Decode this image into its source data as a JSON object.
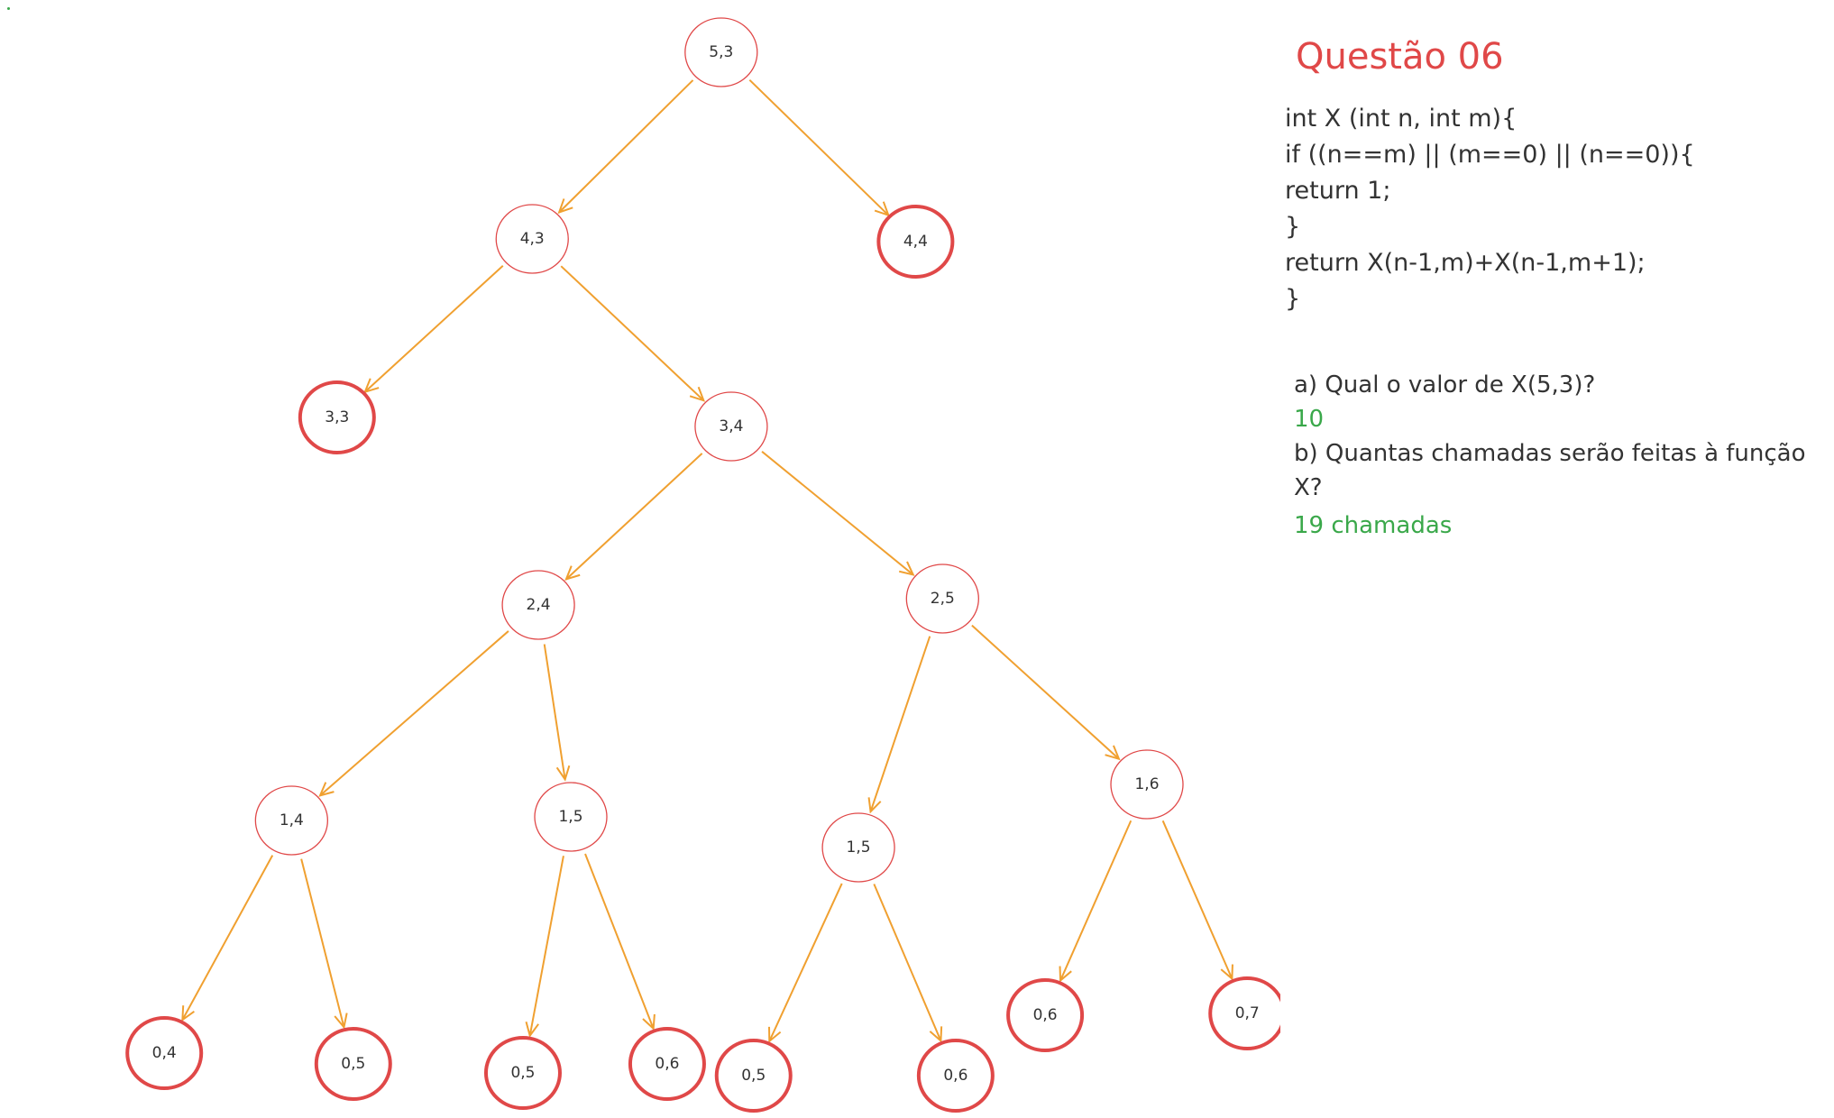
{
  "title": "Questão 06",
  "code": [
    "int X (int n, int m){",
    "if ((n==m) || (m==0) || (n==0)){",
    "return 1;",
    "}",
    "return X(n-1,m)+X(n-1,m+1);",
    "}"
  ],
  "question_a": "a) Qual o valor de X(5,3)?",
  "answer_a": "10",
  "question_b": "b) Quantas chamadas serão feitas à função X?",
  "answer_b": "19 chamadas",
  "colors": {
    "edge": "#f0a030",
    "node": "#e04848",
    "title": "#e04848",
    "answer": "#3aa84a"
  },
  "tree": [
    {
      "id": "n53",
      "label": "5,3",
      "leaf": false
    },
    {
      "id": "n43",
      "label": "4,3",
      "leaf": false
    },
    {
      "id": "n44",
      "label": "4,4",
      "leaf": true
    },
    {
      "id": "n33",
      "label": "3,3",
      "leaf": true
    },
    {
      "id": "n34",
      "label": "3,4",
      "leaf": false
    },
    {
      "id": "n24",
      "label": "2,4",
      "leaf": false
    },
    {
      "id": "n25",
      "label": "2,5",
      "leaf": false
    },
    {
      "id": "n14",
      "label": "1,4",
      "leaf": false
    },
    {
      "id": "n15a",
      "label": "1,5",
      "leaf": false
    },
    {
      "id": "n15b",
      "label": "1,5",
      "leaf": false
    },
    {
      "id": "n16",
      "label": "1,6",
      "leaf": false
    },
    {
      "id": "n04",
      "label": "0,4",
      "leaf": true
    },
    {
      "id": "n05a",
      "label": "0,5",
      "leaf": true
    },
    {
      "id": "n05b",
      "label": "0,5",
      "leaf": true
    },
    {
      "id": "n06a",
      "label": "0,6",
      "leaf": true
    },
    {
      "id": "n05c",
      "label": "0,5",
      "leaf": true
    },
    {
      "id": "n06b",
      "label": "0,6",
      "leaf": true
    },
    {
      "id": "n06c",
      "label": "0,6",
      "leaf": true
    },
    {
      "id": "n07",
      "label": "0,7",
      "leaf": true
    }
  ],
  "edges": [
    [
      "n53",
      "n43"
    ],
    [
      "n53",
      "n44"
    ],
    [
      "n43",
      "n33"
    ],
    [
      "n43",
      "n34"
    ],
    [
      "n34",
      "n24"
    ],
    [
      "n34",
      "n25"
    ],
    [
      "n24",
      "n14"
    ],
    [
      "n24",
      "n15a"
    ],
    [
      "n25",
      "n15b"
    ],
    [
      "n25",
      "n16"
    ],
    [
      "n14",
      "n04"
    ],
    [
      "n14",
      "n05a"
    ],
    [
      "n15a",
      "n05b"
    ],
    [
      "n15a",
      "n06a"
    ],
    [
      "n15b",
      "n05c"
    ],
    [
      "n15b",
      "n06b"
    ],
    [
      "n16",
      "n06c"
    ],
    [
      "n16",
      "n07"
    ]
  ]
}
